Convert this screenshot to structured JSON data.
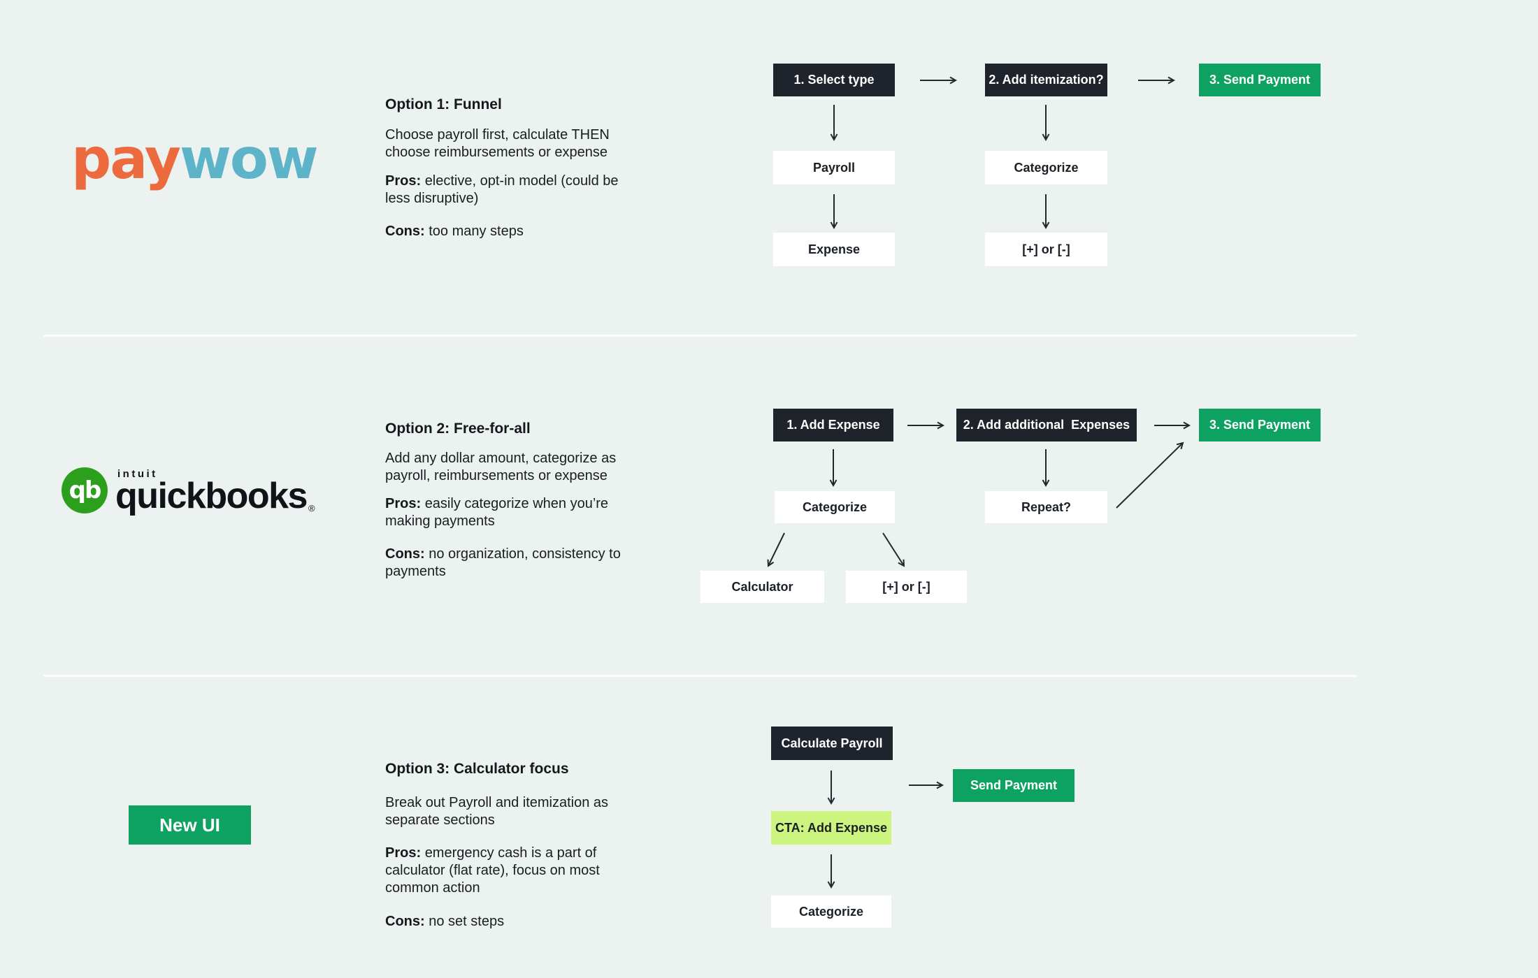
{
  "colors": {
    "background": "#ECF2EF",
    "dark_box": "#1F242C",
    "green_box": "#0DA262",
    "lime_box": "#CEF480",
    "white_box": "#FFFFFF",
    "arrow": "#23282E",
    "divider": "#FBFDFC",
    "paywow_orange": "#EC6A3D",
    "paywow_teal": "#5DB3C7",
    "quickbooks_green": "#2CA01C",
    "text": "#191D22"
  },
  "sections": [
    {
      "id": "option1",
      "logo": {
        "part1": "pay",
        "part2": "wow"
      },
      "title": "Option 1: Funnel",
      "description": "Choose payroll first, calculate THEN\nchoose reimbursements or expense",
      "pros_label": "Pros:",
      "pros_text": "elective, opt-in model (could be\nless disruptive)",
      "cons_label": "Cons:",
      "cons_text": "too many steps",
      "flow": {
        "step1": "1. Select type",
        "step2": "2. Add itemization?",
        "step3": "3. Send Payment",
        "branch1a": "Payroll",
        "branch1b": "Expense",
        "branch2a": "Categorize",
        "branch2b": "[+] or [-]"
      }
    },
    {
      "id": "option2",
      "logo": {
        "badge": "qb",
        "brand_small": "intuit",
        "brand": "quickbooks",
        "registered": "®"
      },
      "title": "Option 2: Free-for-all",
      "description": "Add any dollar amount, categorize as\npayroll, reimbursements or expense",
      "pros_label": "Pros:",
      "pros_text": "easily categorize when you’re\nmaking payments",
      "cons_label": "Cons:",
      "cons_text": "no organization, consistency to\npayments",
      "flow": {
        "step1": "1. Add Expense",
        "step2": "2. Add additional  Expenses",
        "step3": "3. Send Payment",
        "branch1": "Categorize",
        "branch2": "Repeat?",
        "leaf1": "Calculator",
        "leaf2": "[+] or [-]"
      }
    },
    {
      "id": "option3",
      "logo": {
        "label": "New UI"
      },
      "title": "Option 3: Calculator focus",
      "description": "Break out Payroll and itemization as\nseparate sections",
      "pros_label": "Pros:",
      "pros_text": "emergency cash is a part of\ncalculator (flat rate), focus on most\ncommon action",
      "cons_label": "Cons:",
      "cons_text": "no set steps",
      "flow": {
        "step1": "Calculate Payroll",
        "send": "Send Payment",
        "cta": "CTA: Add Expense",
        "categorize": "Categorize"
      }
    }
  ]
}
